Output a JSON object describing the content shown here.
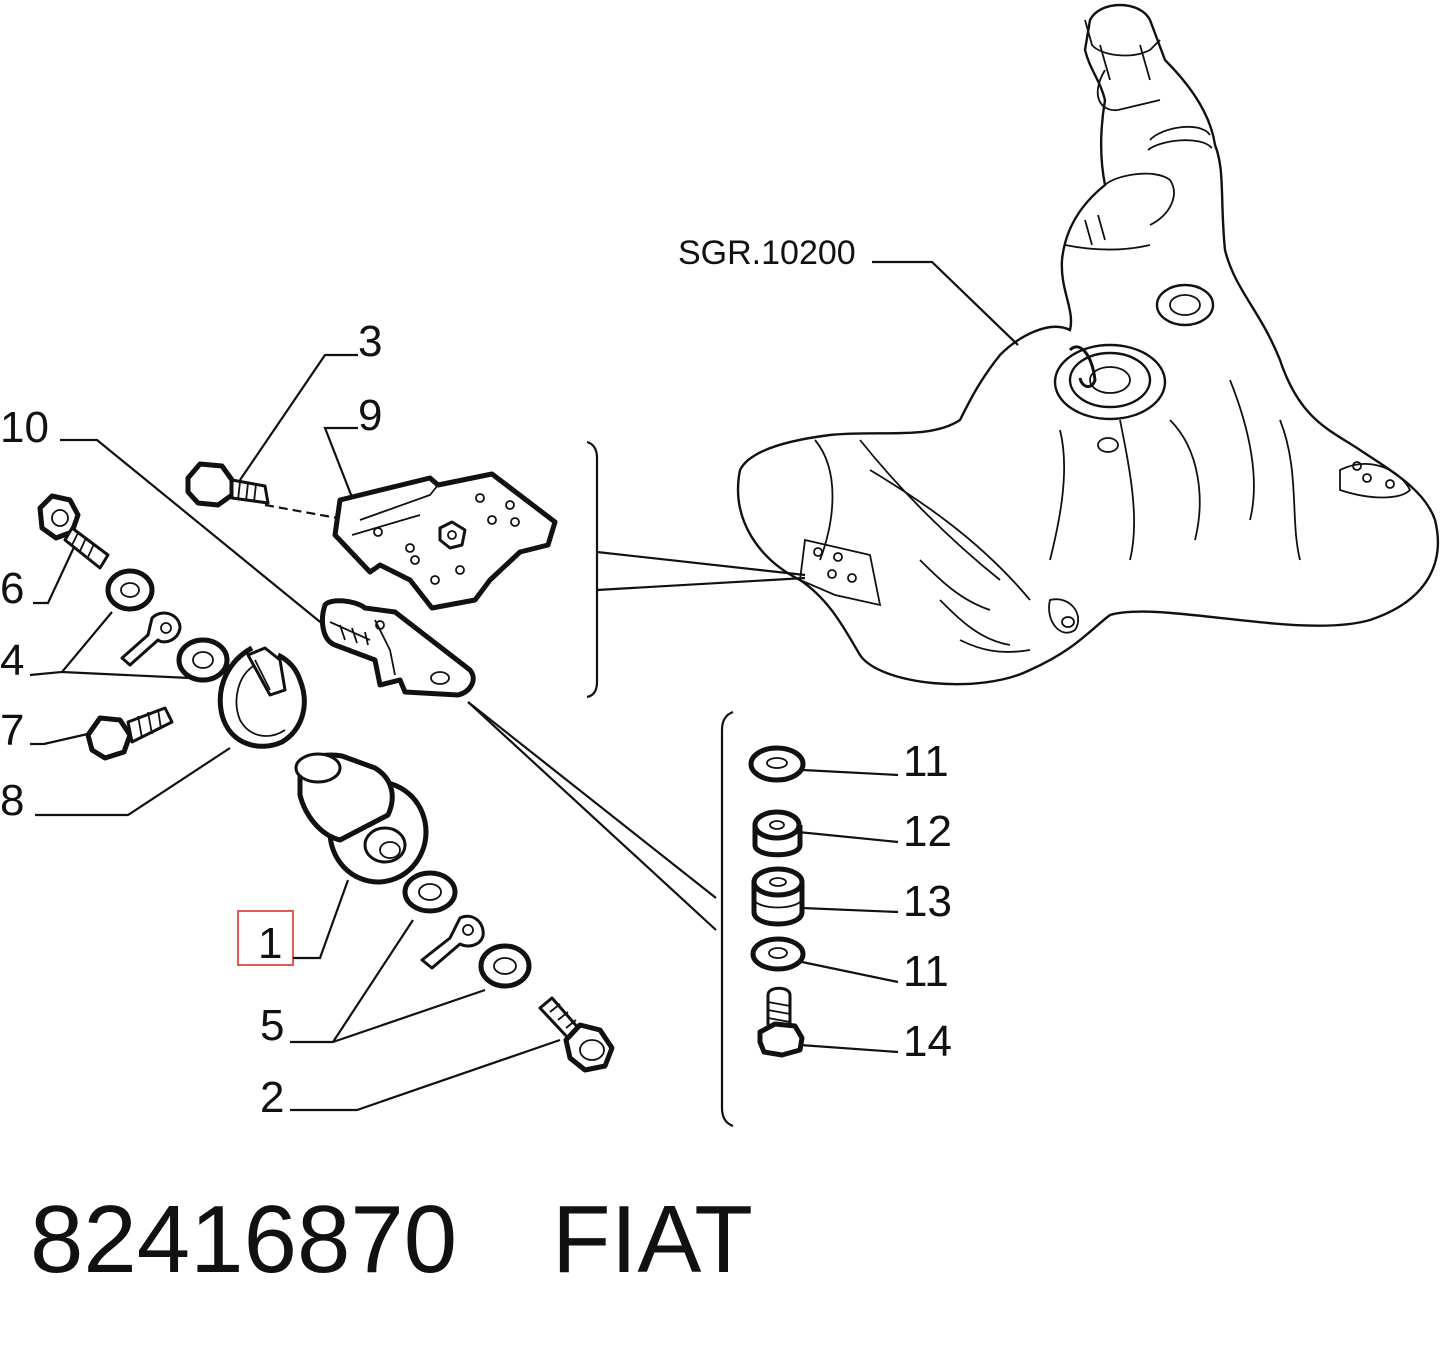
{
  "diagram": {
    "callouts": [
      {
        "id": "3",
        "text": "3"
      },
      {
        "id": "9",
        "text": "9"
      },
      {
        "id": "10",
        "text": "10"
      },
      {
        "id": "6",
        "text": "6"
      },
      {
        "id": "4",
        "text": "4"
      },
      {
        "id": "7",
        "text": "7"
      },
      {
        "id": "8",
        "text": "8"
      },
      {
        "id": "1",
        "text": "1",
        "highlighted": true
      },
      {
        "id": "5",
        "text": "5"
      },
      {
        "id": "2",
        "text": "2"
      },
      {
        "id": "11a",
        "text": "11"
      },
      {
        "id": "12",
        "text": "12"
      },
      {
        "id": "13",
        "text": "13"
      },
      {
        "id": "11b",
        "text": "11"
      },
      {
        "id": "14",
        "text": "14"
      }
    ],
    "reference": "SGR.10200",
    "highlight_color": "#e05a5a"
  },
  "footer": {
    "part_number": "82416870",
    "brand": "FIAT"
  }
}
